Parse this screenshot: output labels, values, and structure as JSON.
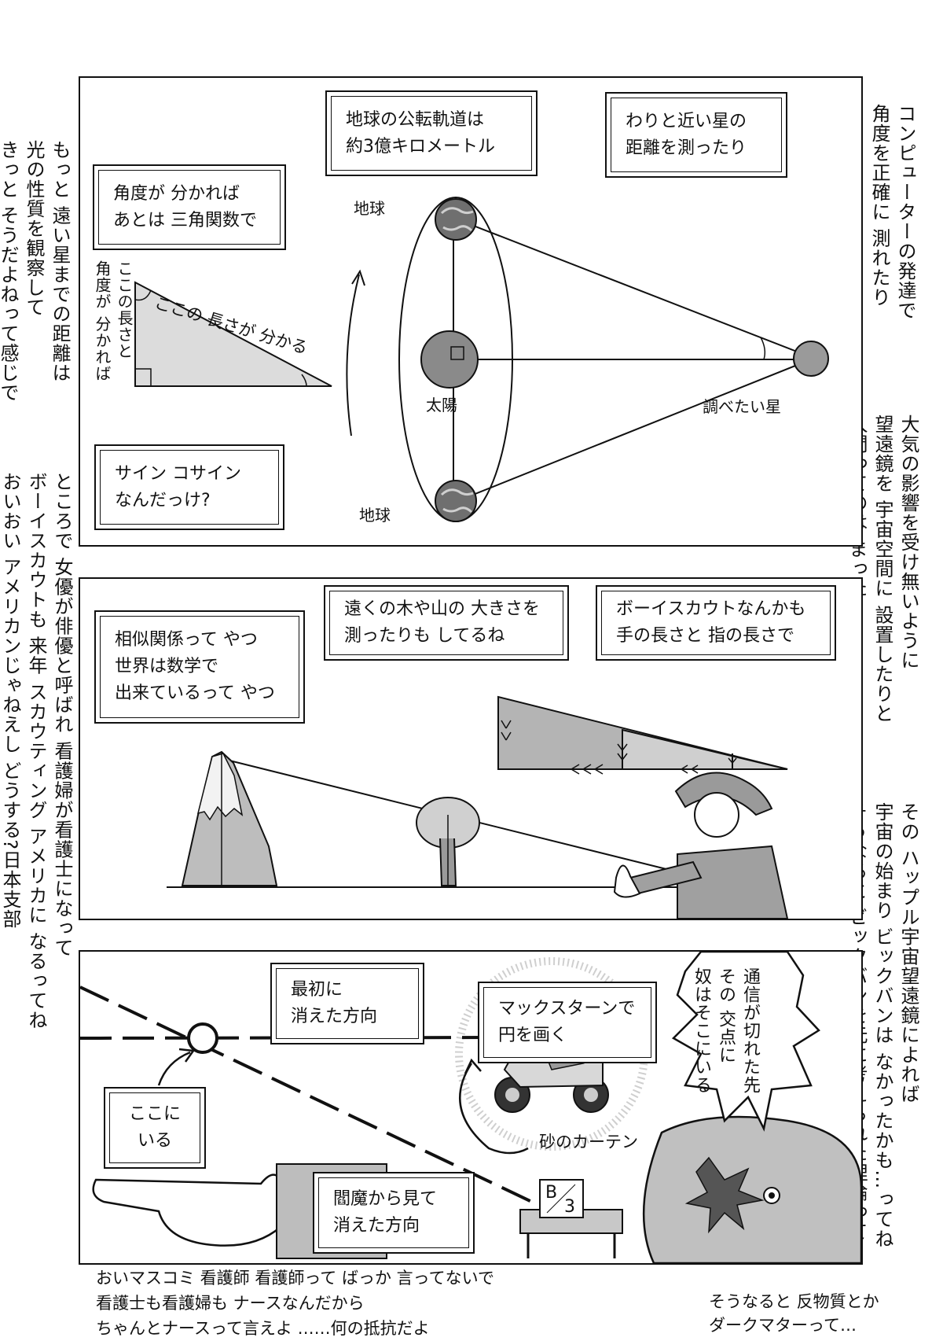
{
  "margin_text": {
    "top_left": "もっと 遠い星までの距離は\n光の性質を観察して\nきっと そうだよねって感じで",
    "top_right": "コンピューターの発達で\n角度を正確に 測れたり",
    "mid_left": "ところで 女優が俳優と呼ばれ 看護婦が看護士になって\nボーイスカウトも 来年 スカウティング アメリカに なるってね\nおいおい アメリカンじゃねえし どうする?日本支部",
    "mid_right": "大気の影響を受け無いように\n望遠鏡を 宇宙空間に 設置したりと\n人間ってのは まったく",
    "low_right": "その ハップル宇宙望遠鏡によれば\n宇宙の始まり ビックバンは なかったかも…ってね\nそうなると ビックバンを元に考えられた理論って…",
    "bottom_center": [
      "おいマスコミ 看護師 看護師って ばっか 言ってないで",
      "看護士も看護婦も ナースなんだから",
      "ちゃんとナースって言えよ  ……何の抵抗だよ"
    ],
    "bottom_right": [
      "そうなると 反物質とか",
      "ダークマターって…"
    ]
  },
  "panel1": {
    "box_angle": [
      "角度が 分かれば",
      "あとは 三角関数で"
    ],
    "box_orbit": [
      "地球の公転軌道は",
      "約3億キロメートル"
    ],
    "box_star": [
      "わりと近い星の",
      "距離を測ったり"
    ],
    "box_sine": [
      "サイン コサイン",
      "なんだっけ?"
    ],
    "label_earth_top": "地球",
    "label_earth_bottom": "地球",
    "label_sun": "太陽",
    "label_target_star": "調べたい星",
    "triangle_hyp": "ここの 長さが 分かる",
    "triangle_side": "ここの長さと\n角度が 分かれば"
  },
  "panel2": {
    "box_similar": [
      "相似関係って やつ",
      "世界は数学で",
      "出来ているって やつ"
    ],
    "box_trees": [
      "遠くの木や山の 大きさを",
      "測ったりも してるね"
    ],
    "box_scout": [
      "ボーイスカウトなんかも",
      "手の長さと 指の長さで"
    ]
  },
  "panel3": {
    "box_first": [
      "最初に",
      "消えた方向"
    ],
    "box_circle": [
      "マックスターンで",
      "円を画く"
    ],
    "box_here": [
      "ここに",
      "いる"
    ],
    "box_enma": [
      "閻魔から見て",
      "消えた方向"
    ],
    "burst_text": "通信が切れた先\nその 交点に\n奴はそこにいる",
    "label_curtain": "砂のカーテン",
    "sign_text": [
      "B",
      "3"
    ]
  },
  "colors": {
    "ink": "#111111",
    "tone_light": "#d9d9d9",
    "tone_mid": "#a8a8a8",
    "tone_dark": "#7a7a7a"
  }
}
